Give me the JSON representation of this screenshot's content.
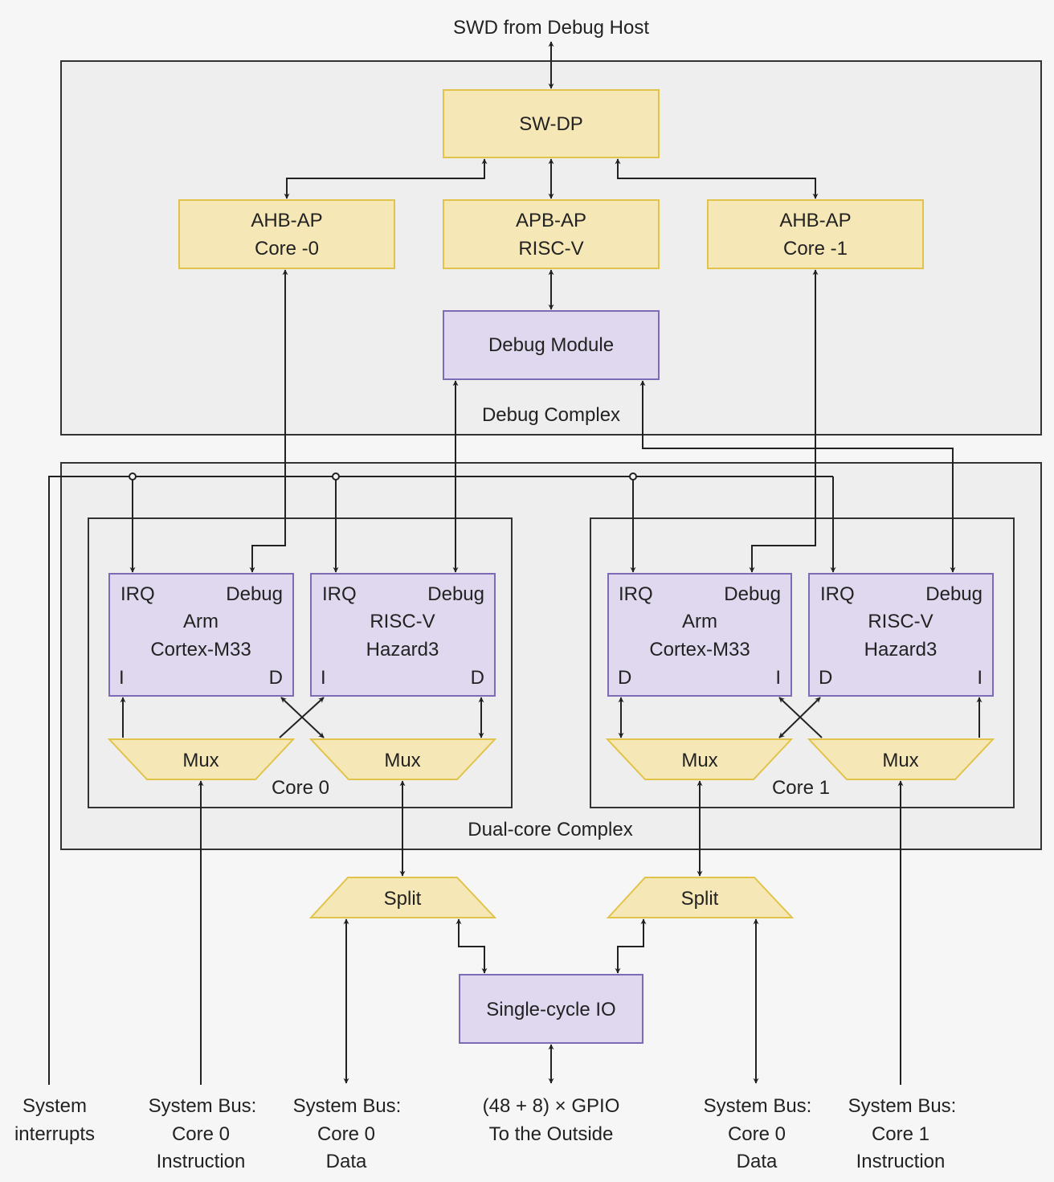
{
  "top_label": "SWD from Debug Host",
  "debug_complex": {
    "label": "Debug Complex",
    "swdp": "SW-DP",
    "ap_left": [
      "AHB-AP",
      "Core -0"
    ],
    "ap_mid": [
      "APB-AP",
      "RISC-V"
    ],
    "ap_right": [
      "AHB-AP",
      "Core -1"
    ],
    "debug_module": "Debug Module"
  },
  "dual_core": {
    "label": "Dual-core Complex",
    "core0": {
      "label": "Core 0",
      "arm": {
        "irq": "IRQ",
        "debug": "Debug",
        "name": [
          "Arm",
          "Cortex-M33"
        ],
        "port_left": "I",
        "port_right": "D"
      },
      "riscv": {
        "irq": "IRQ",
        "debug": "Debug",
        "name": [
          "RISC-V",
          "Hazard3"
        ],
        "port_left": "I",
        "port_right": "D"
      },
      "mux_left": "Mux",
      "mux_right": "Mux"
    },
    "core1": {
      "label": "Core 1",
      "arm": {
        "irq": "IRQ",
        "debug": "Debug",
        "name": [
          "Arm",
          "Cortex-M33"
        ],
        "port_left": "D",
        "port_right": "I"
      },
      "riscv": {
        "irq": "IRQ",
        "debug": "Debug",
        "name": [
          "RISC-V",
          "Hazard3"
        ],
        "port_left": "D",
        "port_right": "I"
      },
      "mux_left": "Mux",
      "mux_right": "Mux"
    }
  },
  "split_left": "Split",
  "split_right": "Split",
  "sio": "Single-cycle IO",
  "bottom_labels": {
    "irq": [
      "System",
      "interrupts"
    ],
    "bus_c0_instr": [
      "System Bus:",
      "Core 0",
      "Instruction"
    ],
    "bus_c0_data": [
      "System Bus:",
      "Core 0",
      "Data"
    ],
    "gpio": [
      "(48 + 8) × GPIO",
      "To the Outside"
    ],
    "bus_c1_data": [
      "System Bus:",
      "Core 0",
      "Data"
    ],
    "bus_c1_instr": [
      "System Bus:",
      "Core 1",
      "Instruction"
    ]
  }
}
